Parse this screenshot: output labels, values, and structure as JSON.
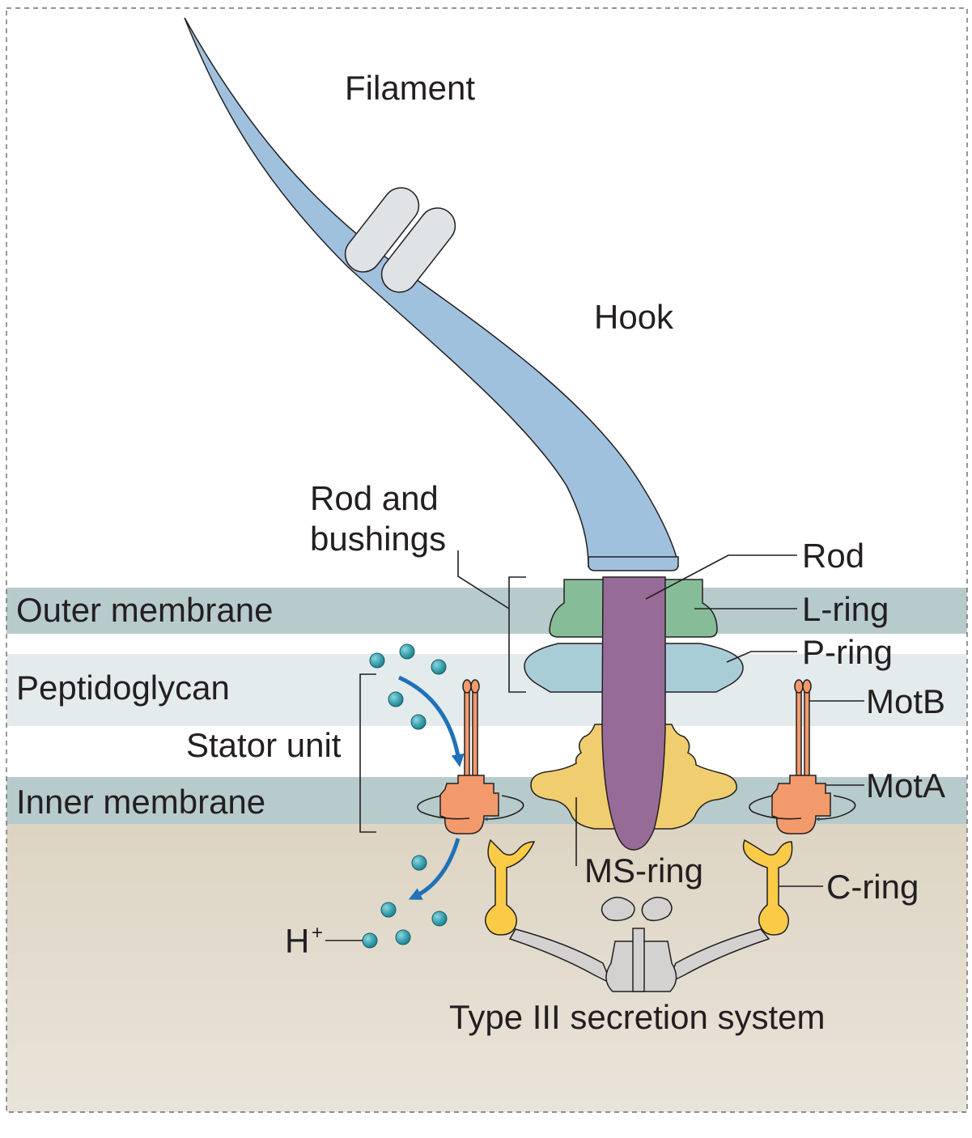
{
  "labels": {
    "filament": "Filament",
    "hook": "Hook",
    "rod_and_bushings_line1": "Rod and",
    "rod_and_bushings_line2": "bushings",
    "rod": "Rod",
    "l_ring": "L-ring",
    "p_ring": "P-ring",
    "motb": "MotB",
    "mota": "MotA",
    "outer_membrane": "Outer membrane",
    "peptidoglycan": "Peptidoglycan",
    "stator_unit": "Stator unit",
    "inner_membrane": "Inner membrane",
    "ms_ring": "MS-ring",
    "c_ring": "C-ring",
    "h_ion": "H",
    "h_ion_superscript": "+",
    "type3": "Type III secretion system"
  },
  "colors": {
    "filament": "#a0c1de",
    "bushing": "#dfe3e6",
    "rod": "#976b97",
    "l_ring": "#86bd98",
    "p_ring": "#a9cdd6",
    "ms_ring": "#f0cd6e",
    "c_ring": "#fbcb48",
    "mota": "#f39a6c",
    "motb": "#f39a6c",
    "membrane": "#b8cbcc",
    "peptidoglycan": "#e4ebed",
    "cytoplasm": "#ded5c4",
    "ion": "#3aa2b0",
    "arrow": "#1f71b8",
    "type3": "#d3d2d0"
  }
}
